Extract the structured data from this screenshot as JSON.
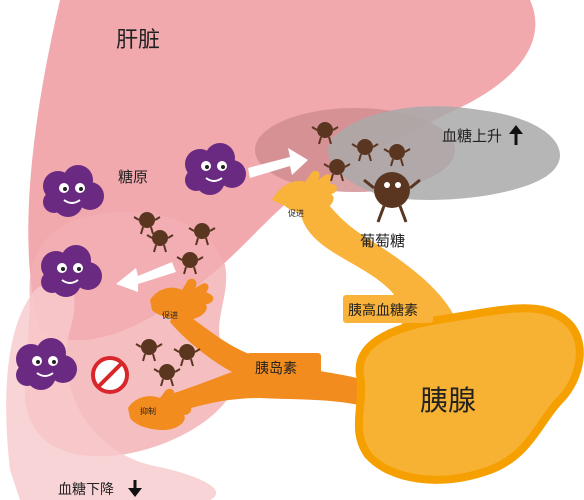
{
  "labels": {
    "liver": "肝脏",
    "glycogen": "糖原",
    "glucose": "葡萄糖",
    "pancreas": "胰腺",
    "insulin": "胰岛素",
    "glucagon": "胰高血糖素",
    "blood_sugar_up": "血糖上升",
    "blood_sugar_down": "血糖下降",
    "promote_1": "促进",
    "promote_2": "促进",
    "inhibit": "抑制"
  },
  "colors": {
    "liver_dark": "#ee9aa0",
    "liver_light": "#f7c9cc",
    "pancreas_fill": "#f7b233",
    "pancreas_edge": "#f5a000",
    "hormone_glucagon": "#f9b23a",
    "hormone_insulin": "#f28c1e",
    "glycogen_purple": "#6b2a82",
    "glucose_brown": "#5a3520",
    "grey_zone": "#a9a9a9",
    "inhibit_red": "#d9262a"
  },
  "icons": {
    "up_arrow": "up-arrow-icon",
    "down_arrow": "down-arrow-icon",
    "forbidden": "no-entry-icon"
  }
}
